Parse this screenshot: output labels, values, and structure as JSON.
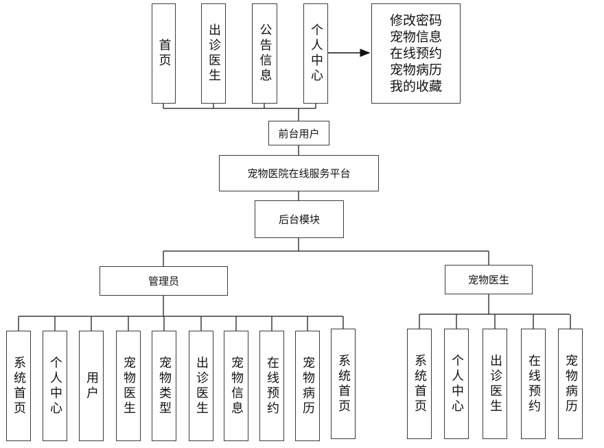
{
  "front_menu": [
    "首页",
    "出诊医生",
    "公告信息",
    "个人中心"
  ],
  "personal_center_items": [
    "修改密码",
    "宠物信息",
    "在线预约",
    "宠物病历",
    "我的收藏"
  ],
  "front_user": "前台用户",
  "platform": "宠物医院在线服务平台",
  "backend": "后台模块",
  "admin": "管理员",
  "admin_modules": [
    "系统首页",
    "个人中心",
    "用户",
    "宠物医生",
    "宠物类型",
    "出诊医生",
    "宠物信息",
    "在线预约",
    "宠物病历",
    "系统首页"
  ],
  "doctor": "宠物医生",
  "doctor_modules": [
    "系统首页",
    "个人中心",
    "出诊医生",
    "在线预约",
    "宠物病历"
  ],
  "colors": {
    "line": "#3a3a3a",
    "box_border": "#3a3a3a",
    "background": "#ffffff"
  }
}
